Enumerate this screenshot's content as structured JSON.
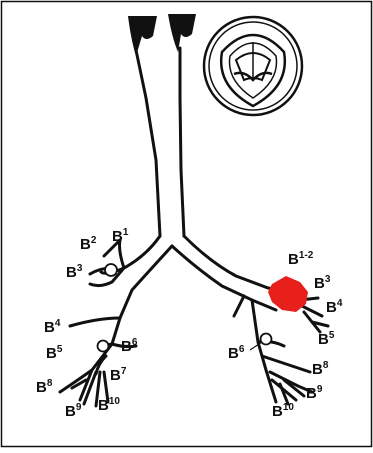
{
  "colors": {
    "ink": "#111111",
    "highlight": "#e8201c",
    "background": "#ffffff"
  },
  "labels": {
    "right": {
      "b1": {
        "base": "B",
        "sup": "1"
      },
      "b2": {
        "base": "B",
        "sup": "2"
      },
      "b3": {
        "base": "B",
        "sup": "3"
      },
      "b4": {
        "base": "B",
        "sup": "4"
      },
      "b5": {
        "base": "B",
        "sup": "5"
      },
      "b6": {
        "base": "B",
        "sup": "6"
      },
      "b7": {
        "base": "B",
        "sup": "7"
      },
      "b8": {
        "base": "B",
        "sup": "8"
      },
      "b9": {
        "base": "B",
        "sup": "9"
      },
      "b10": {
        "base": "B",
        "sup": "10"
      }
    },
    "left": {
      "b1_2": {
        "base": "B",
        "sup": "1-2"
      },
      "b3": {
        "base": "B",
        "sup": "3"
      },
      "b4": {
        "base": "B",
        "sup": "4"
      },
      "b5": {
        "base": "B",
        "sup": "5"
      },
      "b6": {
        "base": "B",
        "sup": "6"
      },
      "b8": {
        "base": "B",
        "sup": "8"
      },
      "b9": {
        "base": "B",
        "sup": "9"
      },
      "b10": {
        "base": "B",
        "sup": "10"
      }
    }
  },
  "icons": {
    "inset": "bronchoscope-view-icon",
    "lesion": "lesion-marker",
    "scope_tip": "scope-tip-circle"
  }
}
